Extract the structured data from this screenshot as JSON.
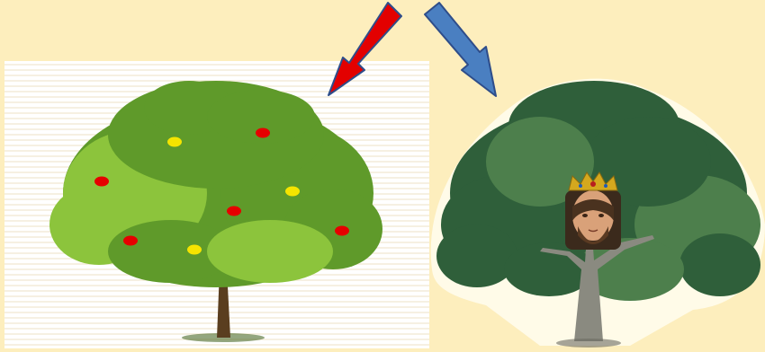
{
  "scene": {
    "background_color": "#fdeebd",
    "left_tree": {
      "foliage_color": "#5f9a2a",
      "foliage_highlight": "#8cc43c",
      "trunk_color": "#5a3e1f",
      "fruit_colors": {
        "red": "#e60000",
        "yellow": "#f5e400"
      },
      "fruits": [
        "red",
        "yellow",
        "red",
        "yellow",
        "red",
        "red",
        "red",
        "yellow"
      ]
    },
    "right_tree": {
      "foliage_color": "#2f5f3a",
      "foliage_highlight": "#4d7f4c",
      "trunk_color": "#8a8a80",
      "face_icon": "crowned-face-icon"
    },
    "arrows": [
      {
        "name": "red-arrow",
        "color": "#e30000",
        "direction": "down-left"
      },
      {
        "name": "blue-arrow",
        "color": "#4a7fc1",
        "direction": "down-right"
      }
    ]
  }
}
